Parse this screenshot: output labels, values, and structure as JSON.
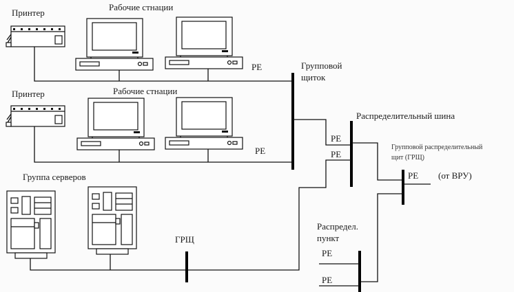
{
  "labels": {
    "printer_1": "Принтер",
    "printer_2": "Принтер",
    "workstations_1": "Рабочие стнации",
    "workstations_2": "Рабочие стнации",
    "group_panel_line1": "Групповой",
    "group_panel_line2": "щиток",
    "distribution_bus": "Распределительный шина",
    "grsch_title_line1": "Групповой распределительный",
    "grsch_title_line2": "щит (ГРЩ)",
    "from_vru": "(от ВРУ)",
    "server_group": "Группа серверов",
    "grsch_bus": "ГРЩ",
    "dist_point_line1": "Распредел.",
    "dist_point_line2": "пункт",
    "pe_1": "PE",
    "pe_2": "PE",
    "pe_3": "PE",
    "pe_4": "PE",
    "pe_5": "PE",
    "pe_6": "PE",
    "pe_7": "PE"
  }
}
